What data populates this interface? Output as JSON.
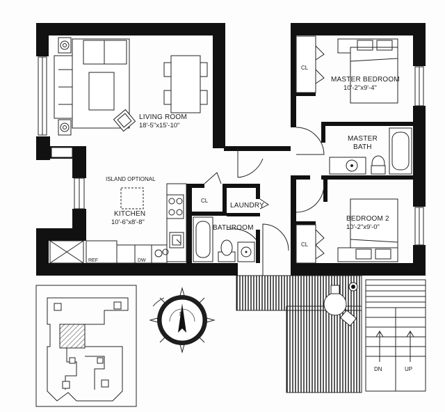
{
  "rooms": {
    "living": {
      "name": "LIVING ROOM",
      "dims": "18'-5\"x15'-10\""
    },
    "master_bedroom": {
      "name": "MASTER BEDROOM",
      "dims": "10'-2\"x9'-4\""
    },
    "master_bath": {
      "name_line1": "MASTER",
      "name_line2": "BATH"
    },
    "bedroom2": {
      "name": "BEDROOM 2",
      "dims": "10'-2\"x9'-0\""
    },
    "kitchen": {
      "name": "KITCHEN",
      "dims": "10'-6\"x8'-8\"",
      "island": "ISLAND OPTIONAL"
    },
    "bathroom": {
      "name": "BATHROOM"
    },
    "laundry": {
      "name": "LAUNDRY"
    }
  },
  "labels": {
    "closet": "CL",
    "ref": "REF",
    "dw": "DW",
    "compass_n": "N",
    "stair_dn": "DN",
    "stair_up": "UP"
  },
  "colors": {
    "wall": "#111111",
    "paper": "#fdfdfd"
  }
}
